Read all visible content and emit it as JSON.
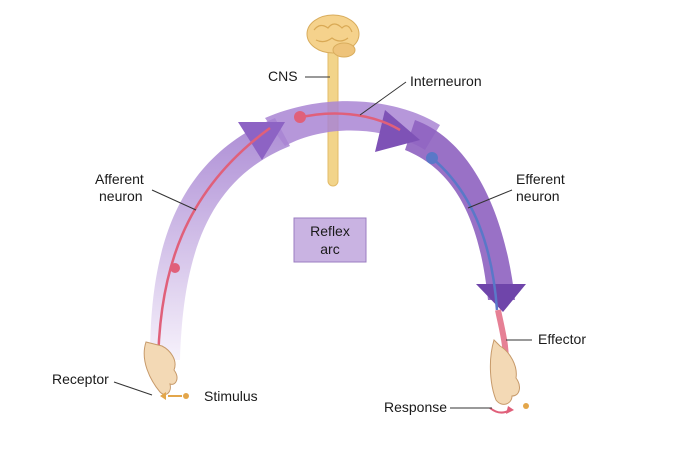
{
  "diagram": {
    "labels": {
      "cns": "CNS",
      "interneuron": "Interneuron",
      "afferent_line1": "Afferent",
      "afferent_line2": "neuron",
      "efferent_line1": "Efferent",
      "efferent_line2": "neuron",
      "reflex_line1": "Reflex",
      "reflex_line2": "arc",
      "receptor": "Receptor",
      "stimulus": "Stimulus",
      "effector": "Effector",
      "response": "Response"
    },
    "colors": {
      "arc_purple": "#9a6fc6",
      "arc_light": "#e9dff4",
      "box_fill": "#c9b3e2",
      "afferent_neuron": "#e0607a",
      "efferent_neuron": "#5a78c8",
      "spinal_cord": "#f2d48a",
      "brain": "#f5d28c",
      "skin": "#f3d9b5"
    },
    "icons": [
      "brain-icon",
      "hand-icon",
      "stimulus-arrow-icon",
      "response-arrow-icon"
    ]
  }
}
